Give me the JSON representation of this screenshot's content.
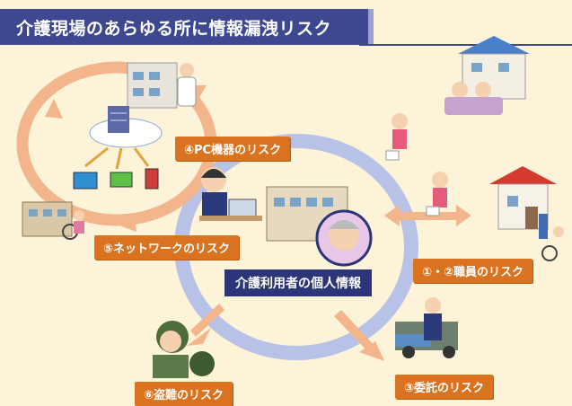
{
  "title": "介護現場のあらゆる所に情報漏洩リスク",
  "center_label": "介護利用者の個人情報",
  "risk_labels": {
    "r4": "④PC機器のリスク",
    "r5": "⑤ネットワークのリスク",
    "r12": "①・②職員のリスク",
    "r3": "③委託のリスク",
    "r6": "⑥盗難のリスク"
  },
  "colors": {
    "background": "#fdf3d9",
    "title_bar": "#3d4890",
    "label_orange": "#d9731f",
    "center_navy": "#2b3577",
    "ring_blue": "#b7c2e6",
    "loop_orange": "#f2b58c"
  }
}
